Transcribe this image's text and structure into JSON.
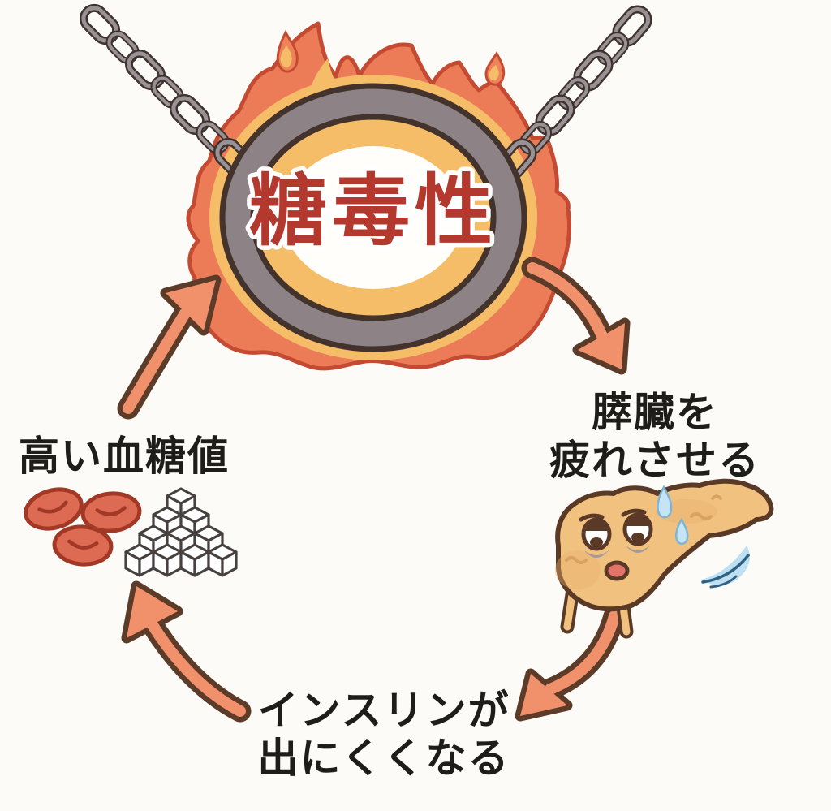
{
  "title": "糖毒性",
  "nodes": {
    "blood_sugar": {
      "label": "高い血糖値"
    },
    "pancreas": {
      "line1": "膵臓を",
      "line2": "疲れさせる"
    },
    "insulin": {
      "line1": "インスリンが",
      "line2": "出にくくなる"
    }
  },
  "cycle": [
    "糖毒性",
    "膵臓を疲れさせる",
    "インスリンが出にくくなる",
    "高い血糖値"
  ],
  "colors": {
    "background": "#FCFBF7",
    "ring_label_red": "#B3392F",
    "flame_fill": "#EC7C58",
    "flame_outline": "#C44B32",
    "flame_inner_yellow": "#F6BD68",
    "ring_gray": "#8D8386",
    "dark_outline": "#43332C",
    "arrow_fill": "#F0916C",
    "arrow_outline": "#5C3B28",
    "chain_gray": "#9A9194",
    "pancreas_fill": "#F1C180",
    "blood_cell_fill": "#DD6A52",
    "blood_cell_outline": "#A23826",
    "sugar_cube_fill": "#FFFFFF",
    "sweat_blue": "#C5E4F4",
    "label_black": "#1F1D1A"
  },
  "icons": [
    "flaming-ring-icon",
    "chain-left-icon",
    "chain-right-icon",
    "tired-pancreas-icon",
    "sweat-drop-icon",
    "blue-swoosh-icon",
    "red-blood-cells-icon",
    "sugar-cubes-icon",
    "cycle-arrow-icon"
  ]
}
